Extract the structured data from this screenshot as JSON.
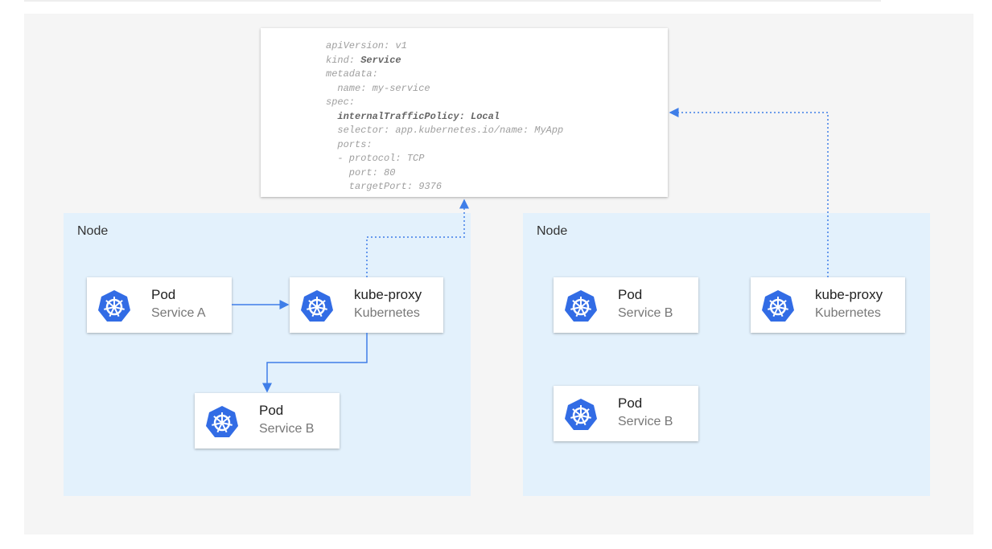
{
  "yaml": {
    "lines": [
      "apiVersion: v1",
      "kind: ",
      "metadata:",
      "  name: my-service",
      "spec:",
      "  ",
      "  selector: app.kubernetes.io/name: MyApp",
      "  ports:",
      "  - protocol: TCP",
      "    port: 80",
      "    targetPort: 9376"
    ],
    "kind_value": "Service",
    "policy": "internalTrafficPolicy: Local"
  },
  "nodes": [
    {
      "label": "Node"
    },
    {
      "label": "Node"
    }
  ],
  "cards": [
    {
      "title": "Pod",
      "subtitle": "Service A"
    },
    {
      "title": "kube-proxy",
      "subtitle": "Kubernetes"
    },
    {
      "title": "Pod",
      "subtitle": "Service B"
    },
    {
      "title": "Pod",
      "subtitle": "Service B"
    },
    {
      "title": "Pod",
      "subtitle": "Service B"
    },
    {
      "title": "kube-proxy",
      "subtitle": "Kubernetes"
    }
  ],
  "colors": {
    "accent": "#3f7ee8",
    "node_bg": "#e3f1fc",
    "canvas_bg": "#f5f5f5"
  }
}
